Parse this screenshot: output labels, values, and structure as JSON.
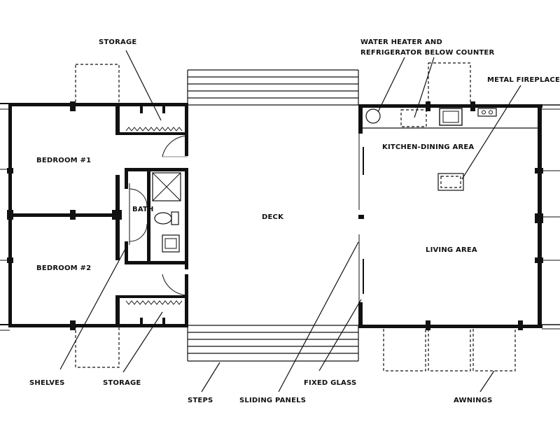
{
  "labels": {
    "storage_top": "STORAGE",
    "water_heater_line1": "WATER HEATER AND",
    "water_heater_line2": "REFRIGERATOR BELOW COUNTER",
    "metal_fireplace": "METAL FIREPLACE",
    "kitchen_dining": "KITCHEN-DINING AREA",
    "bedroom1": "BEDROOM #1",
    "bath": "BATH",
    "deck": "DECK",
    "bedroom2": "BEDROOM #2",
    "living_area": "LIVING AREA",
    "shelves": "SHELVES",
    "storage_bottom": "STORAGE",
    "steps": "STEPS",
    "sliding_panels": "SLIDING PANELS",
    "fixed_glass": "FIXED GLASS",
    "awnings": "AWNINGS"
  },
  "colors": {
    "ink": "#111111",
    "paper": "#ffffff"
  }
}
